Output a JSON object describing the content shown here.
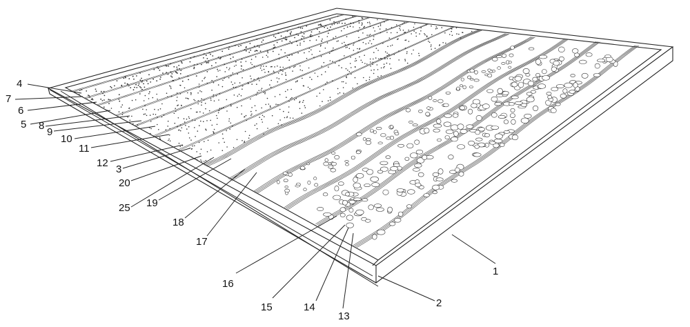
{
  "callouts": [
    {
      "text": "4"
    },
    {
      "text": "7"
    },
    {
      "text": "6"
    },
    {
      "text": "5"
    },
    {
      "text": "8"
    },
    {
      "text": "9"
    },
    {
      "text": "10"
    },
    {
      "text": "11"
    },
    {
      "text": "12"
    },
    {
      "text": "3"
    },
    {
      "text": "20"
    },
    {
      "text": "25"
    },
    {
      "text": "19"
    },
    {
      "text": "18"
    },
    {
      "text": "17"
    },
    {
      "text": "16"
    },
    {
      "text": "15"
    },
    {
      "text": "14"
    },
    {
      "text": "13"
    },
    {
      "text": "2"
    },
    {
      "text": "1"
    }
  ]
}
